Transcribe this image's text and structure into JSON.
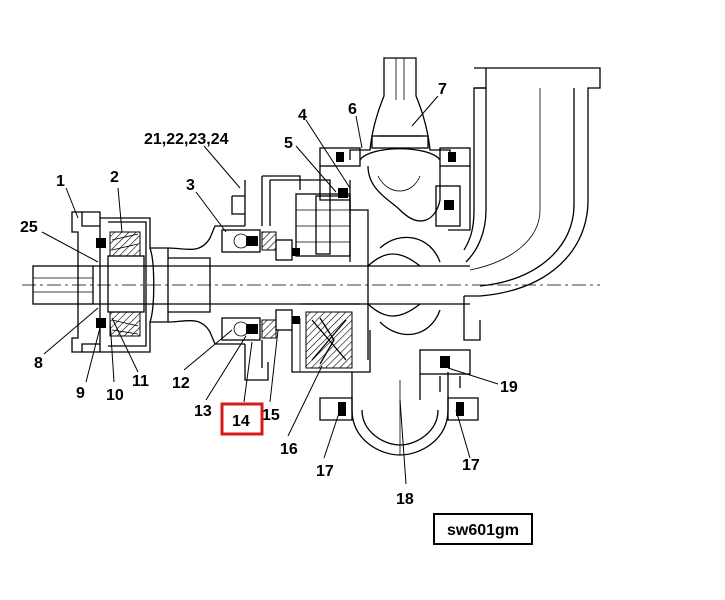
{
  "diagram": {
    "part_labels": {
      "p1": "1",
      "p2": "2",
      "p3": "3",
      "p4": "4",
      "p5": "5",
      "p6": "6",
      "p7": "7",
      "p8": "8",
      "p9": "9",
      "p10": "10",
      "p11": "11",
      "p12": "12",
      "p13": "13",
      "p14": "14",
      "p15": "15",
      "p16": "16",
      "p17a": "17",
      "p17b": "17",
      "p18": "18",
      "p19": "19",
      "p21_24": "21,22,23,24",
      "p25": "25"
    },
    "highlighted_part": "14",
    "highlight_color": "#d61a1a",
    "drawing_code": "sw601gm"
  }
}
